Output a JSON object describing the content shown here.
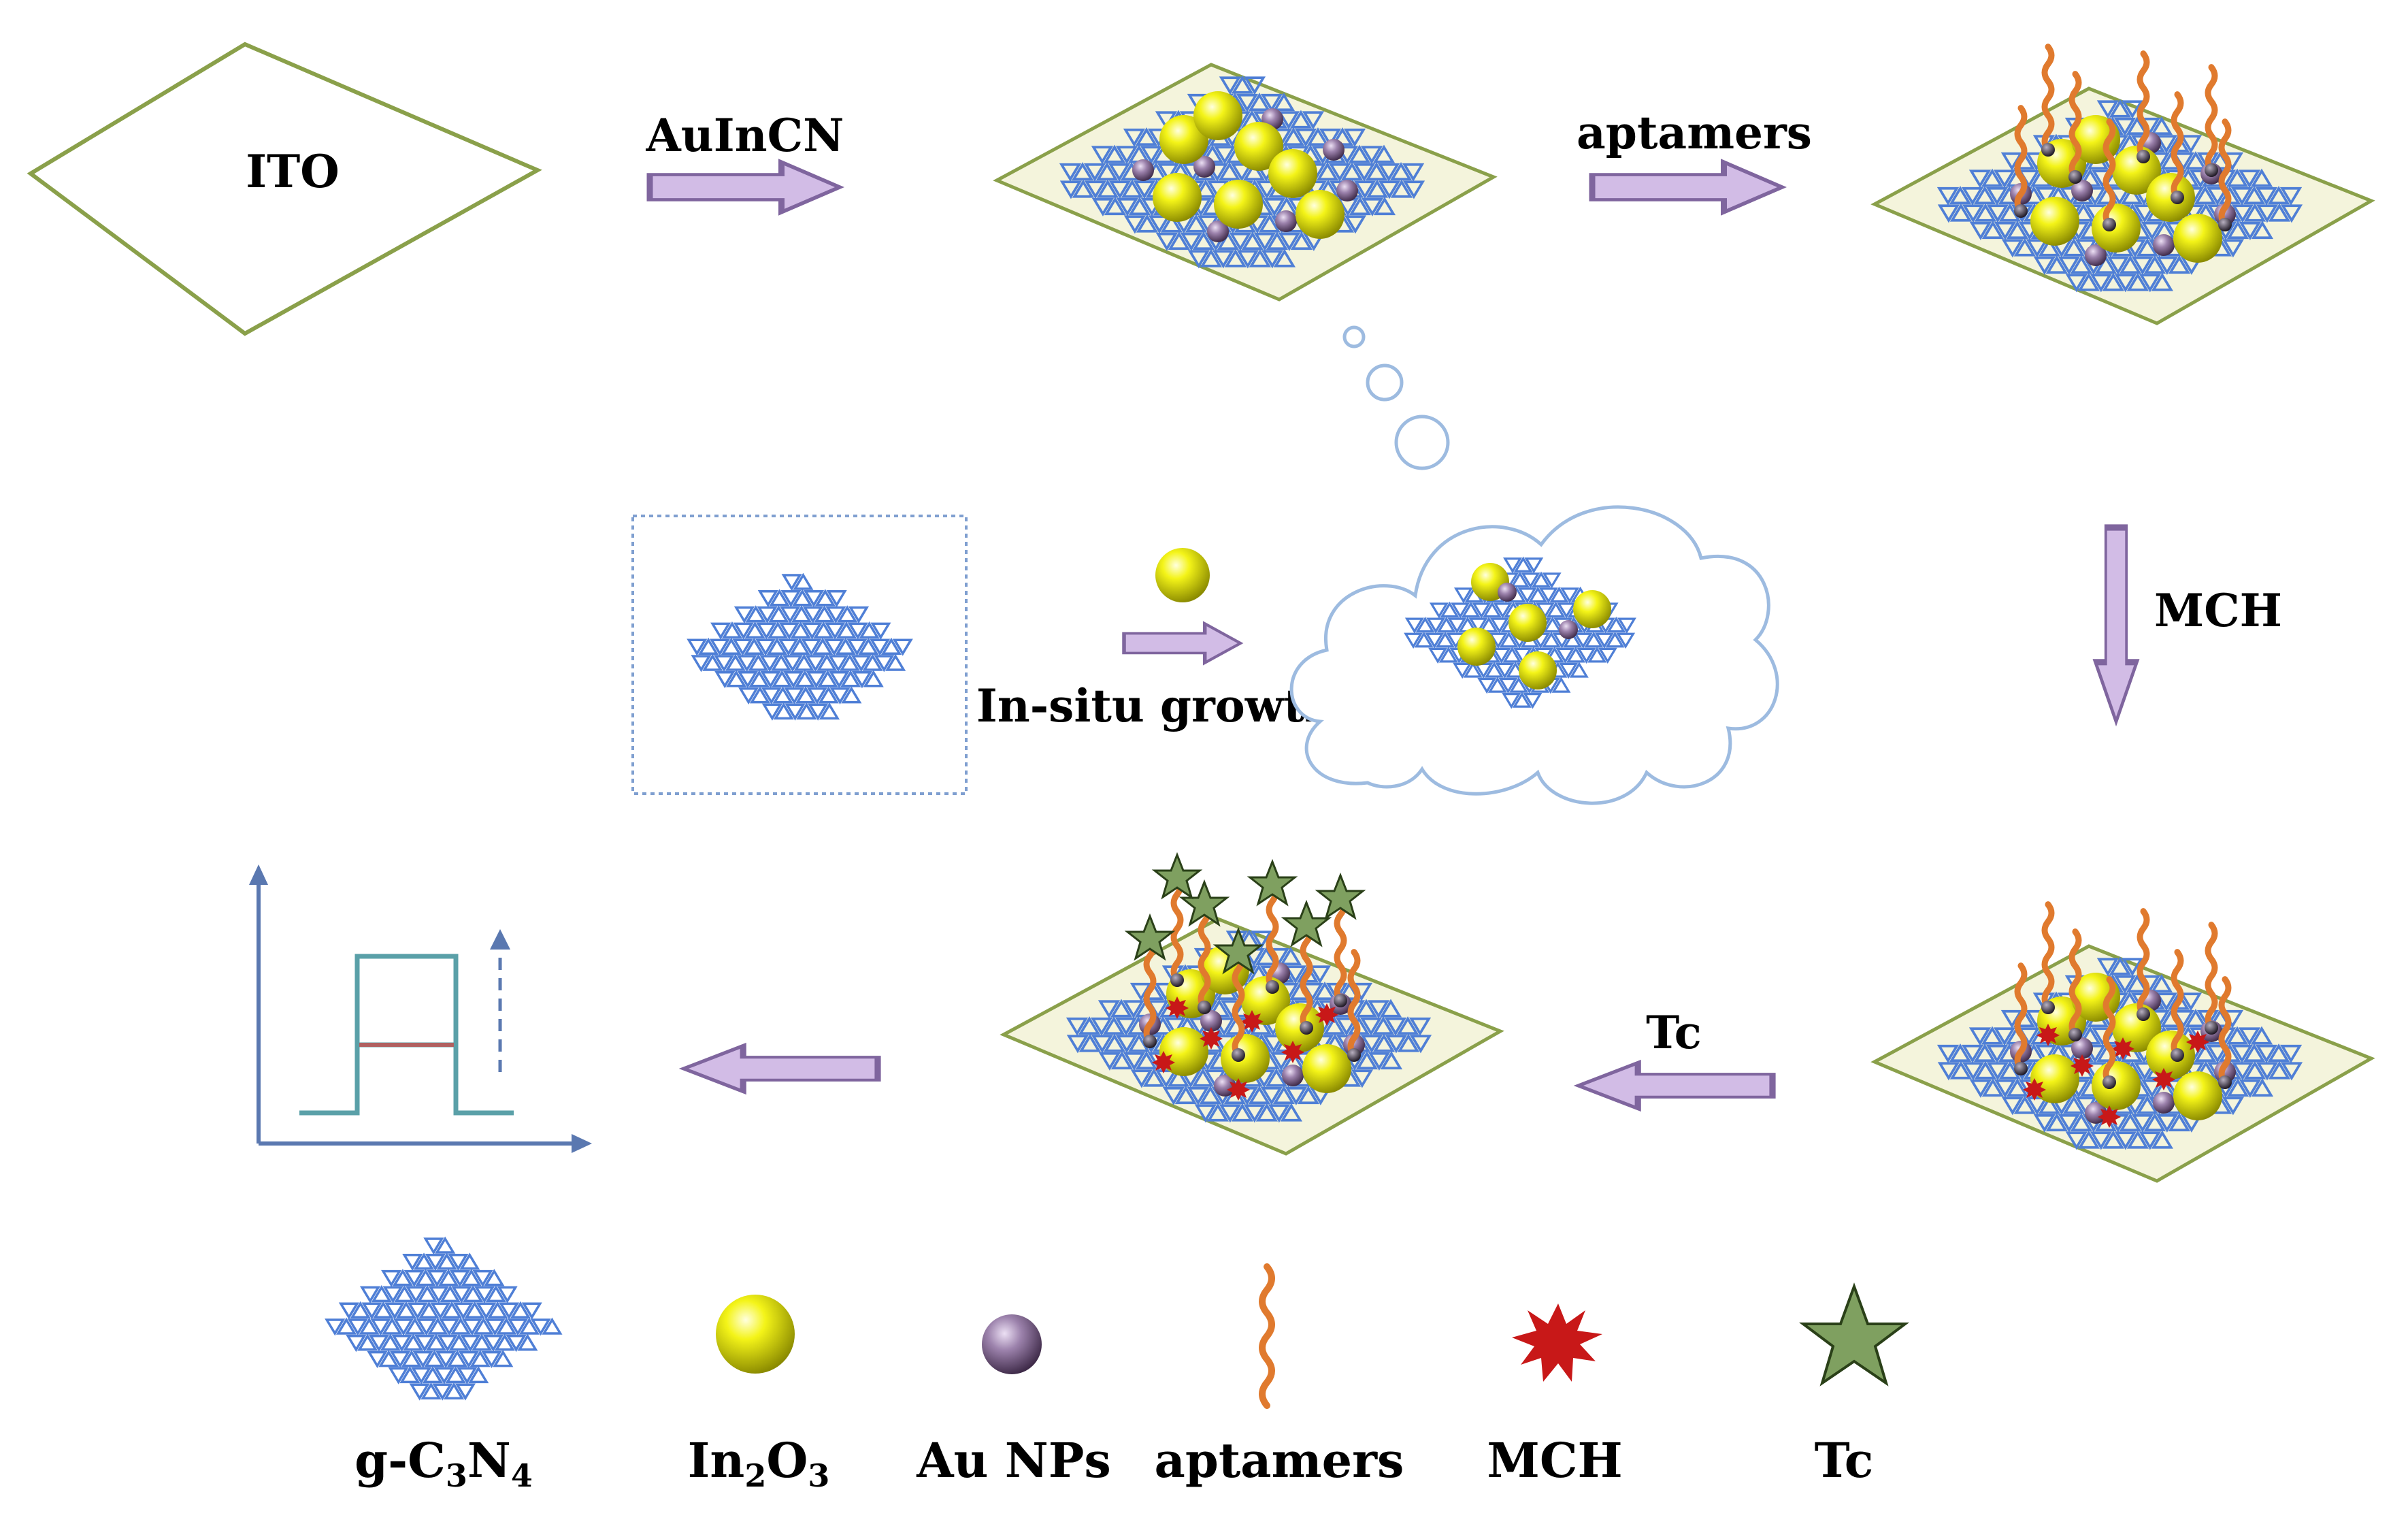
{
  "labels": {
    "ito": "ITO",
    "step_auincn": "AuInCN",
    "step_aptamers": "aptamers",
    "step_mch": "MCH",
    "step_tc": "Tc",
    "in_situ": "In-situ growth"
  },
  "legend": {
    "g_c3n4": {
      "base": "g-C",
      "sub1": "3",
      "mid": "N",
      "sub2": "4",
      "icon": "g-c3n4-sheet-icon"
    },
    "in2o3": {
      "base": "In",
      "sub1": "2",
      "mid": "O",
      "sub2": "3",
      "icon": "yellow-sphere-icon"
    },
    "au_nps": {
      "text": "Au NPs",
      "icon": "purple-sphere-icon"
    },
    "aptamers": {
      "text": "aptamers",
      "icon": "wavy-strand-icon"
    },
    "mch": {
      "text": "MCH",
      "icon": "red-burst-icon"
    },
    "tc": {
      "text": "Tc",
      "icon": "green-star-icon"
    }
  },
  "colors": {
    "substrate_fill": "#f4f4dc",
    "substrate_border": "#8aa04a",
    "lattice": "#4f7fd6",
    "arrow_fill": "#d2bce6",
    "arrow_stroke": "#7f659e",
    "in2o3": "#e6e60a",
    "au": "#8a6e9a",
    "aptamer": "#e07a2e",
    "mch": "#c81818",
    "tc": "#7fa060",
    "cloud": "#9dbbe0",
    "axis": "#5a78b0",
    "signal": "#5aa0a8",
    "baseline": "#b06060"
  }
}
